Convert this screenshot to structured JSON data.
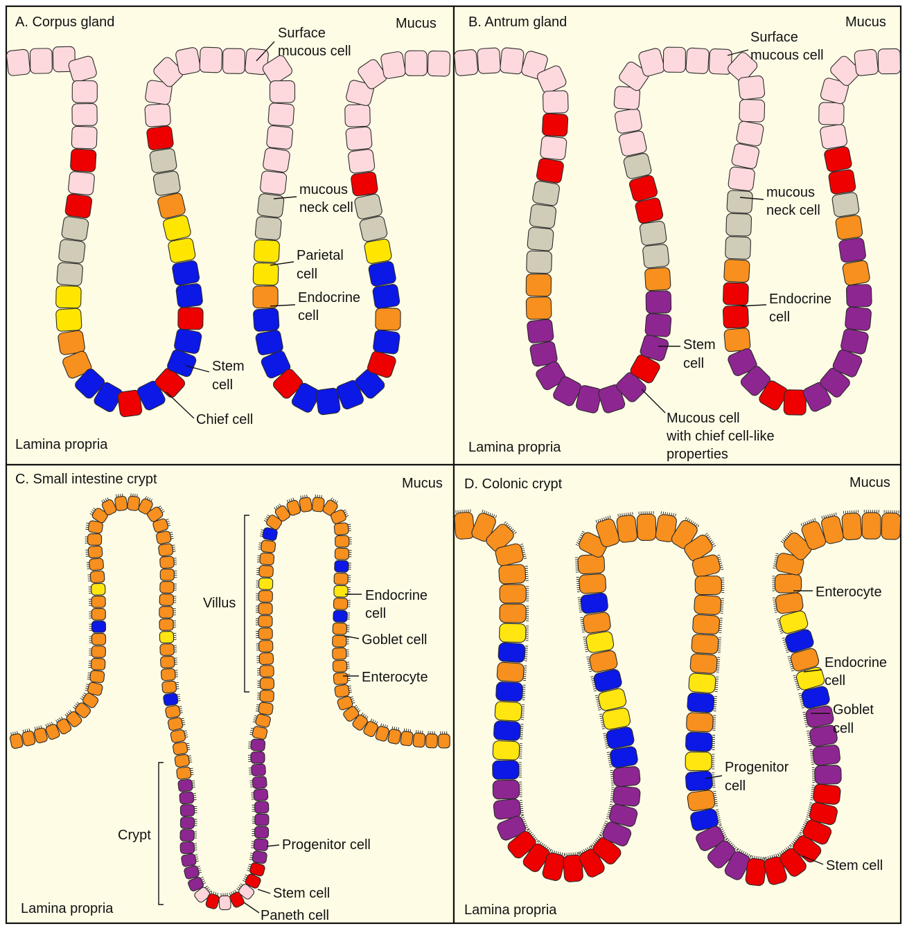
{
  "colors": {
    "background": "#fffce6",
    "surface_mucous": "#fdd9dd",
    "stem_red": "#ee0000",
    "mucous_neck": "#d0ccb7",
    "parietal_yellow": "#ffe600",
    "endocrine_orange": "#f7901e",
    "chief_blue": "#0b18e6",
    "purple": "#8e2691",
    "goblet_yellow": "#ffe610",
    "enterocyte_orange": "#f7901e",
    "paneth_pink": "#fdd5da"
  },
  "panels": {
    "a": {
      "title": "A. Corpus gland",
      "mucus": "Mucus",
      "lamina": "Lamina propria",
      "labels": {
        "surface_mucous": [
          "Surface",
          "mucous cell"
        ],
        "mucous_neck": [
          "mucous",
          "neck cell"
        ],
        "parietal": [
          "Parietal",
          "cell"
        ],
        "endocrine": [
          "Endocrine",
          "cell"
        ],
        "stem": [
          "Stem",
          "cell"
        ],
        "chief": "Chief cell"
      }
    },
    "b": {
      "title": "B. Antrum gland",
      "mucus": "Mucus",
      "lamina": "Lamina propria",
      "labels": {
        "surface_mucous": [
          "Surface",
          "mucous cell"
        ],
        "mucous_neck": [
          "mucous",
          "neck cell"
        ],
        "endocrine": [
          "Endocrine",
          "cell"
        ],
        "stem": [
          "Stem",
          "cell"
        ],
        "mucous_chief": [
          "Mucous cell",
          "with chief cell-like",
          "properties"
        ]
      }
    },
    "c": {
      "title": "C. Small intestine crypt",
      "mucus": "Mucus",
      "lamina": "Lamina propria",
      "labels": {
        "villus": "Villus",
        "crypt": "Crypt",
        "endocrine": [
          "Endocrine",
          "cell"
        ],
        "goblet": "Goblet cell",
        "enterocyte": "Enterocyte",
        "progenitor": "Progenitor cell",
        "stem": "Stem cell",
        "paneth": "Paneth cell"
      }
    },
    "d": {
      "title": "D. Colonic crypt",
      "mucus": "Mucus",
      "lamina": "Lamina propria",
      "labels": {
        "enterocyte": "Enterocyte",
        "endocrine": [
          "Endocrine",
          "cell"
        ],
        "goblet": [
          "Goblet",
          "cell"
        ],
        "progenitor": [
          "Progenitor",
          "cell"
        ],
        "stem": "Stem cell"
      }
    }
  }
}
